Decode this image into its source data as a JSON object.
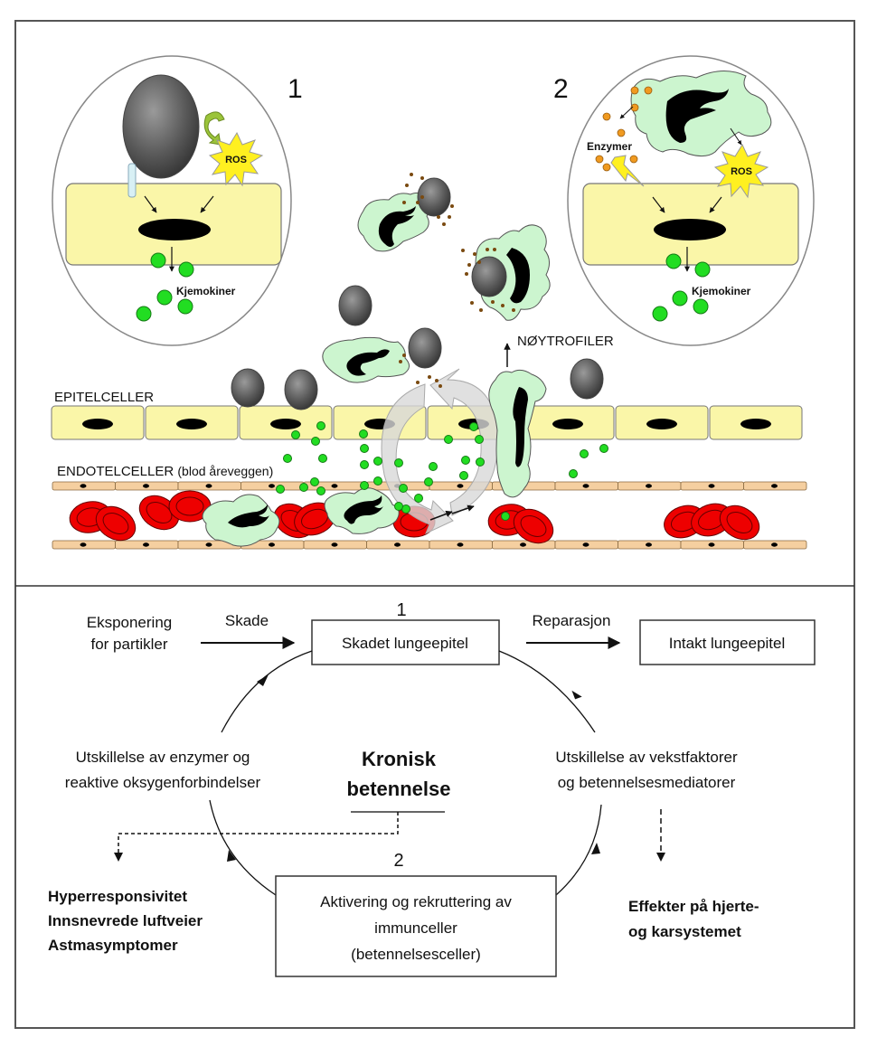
{
  "illustration": {
    "inset1": {
      "number": "1",
      "ros_label": "ROS",
      "chemokine_label": "Kjemokiner"
    },
    "inset2": {
      "number": "2",
      "enzyme_label": "Enzymer",
      "ros_label": "ROS",
      "chemokine_label": "Kjemokiner"
    },
    "labels": {
      "neutrophils": "NØYTROFILER",
      "epithelial_cells": "EPITELCELLER",
      "endothelial_cells": "ENDOTELCELLER",
      "endothelial_note": "(blod åreveggen)"
    },
    "colors": {
      "epithelial_fill": "#FAF6A8",
      "endothelial_fill": "#F5CFA0",
      "neutrophil_fill": "#CCF5CF",
      "red_cell_fill": "#EE0000",
      "chemokine_fill": "#22DD22",
      "particle_fill": "#555555",
      "enzyme_fill": "#F09A20",
      "ros_fill": "#FFF020"
    }
  },
  "flowchart": {
    "exposure": [
      "Eksponering",
      "for partikler"
    ],
    "damage_label": "Skade",
    "step1_number": "1",
    "damaged_box": "Skadet lungeepitel",
    "repair_label": "Reparasjon",
    "intact_box": "Intakt lungeepitel",
    "growth_factors": [
      "Utskillelse av vekstfaktorer",
      "og betennelsesmediatorer"
    ],
    "enzymes_ros": [
      "Utskillelse av enzymer og",
      "reaktive oksygenforbindelser"
    ],
    "center_title": [
      "Kronisk",
      "betennelse"
    ],
    "step2_number": "2",
    "activation_box": [
      "Aktivering og rekruttering av",
      "immunceller",
      "(betennelsesceller)"
    ],
    "airway_effects": [
      "Hyperresponsivitet",
      "Innsnevrede luftveier",
      "Astmasymptomer"
    ],
    "cardio_effects": [
      "Effekter på hjerte-",
      "og karsystemet"
    ]
  }
}
